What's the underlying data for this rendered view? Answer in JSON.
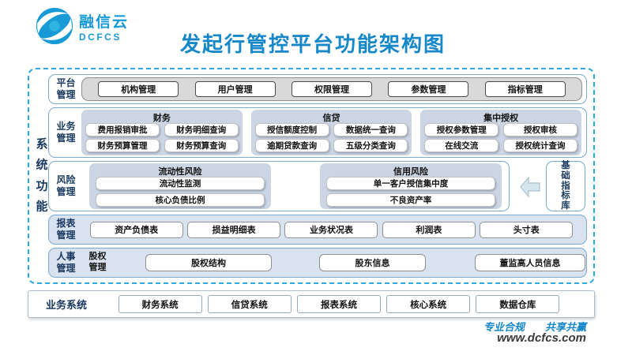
{
  "header": {
    "logo_cn": "融信云",
    "logo_en": "DCFCS",
    "title": "发起行管控平台功能架构图"
  },
  "system_panel": {
    "label": "系统功能"
  },
  "rows": {
    "platform": {
      "label": "平台管理",
      "buttons": [
        "机构管理",
        "用户管理",
        "权限管理",
        "参数管理",
        "指标管理"
      ]
    },
    "business": {
      "label": "业务管理",
      "groups": [
        {
          "title": "财务",
          "buttons": [
            "费用报销审批",
            "财务明细查询",
            "财务预算管理",
            "财务预算查询"
          ]
        },
        {
          "title": "信贷",
          "buttons": [
            "授信额度控制",
            "数据统一查询",
            "逾期贷款查询",
            "五级分类查询"
          ]
        },
        {
          "title": "集中授权",
          "buttons": [
            "授权参数管理",
            "授权审核",
            "在线交流",
            "授权统计查询"
          ]
        }
      ]
    },
    "risk": {
      "label": "风险管理",
      "groups": [
        {
          "title": "流动性风险",
          "buttons": [
            "流动性监测",
            "核心负债比例"
          ]
        },
        {
          "title": "信用风险",
          "buttons": [
            "单一客户授信集中度",
            "不良资产率"
          ]
        }
      ],
      "side_box": "基础指标库"
    },
    "report": {
      "label": "报表管理",
      "buttons": [
        "资产负债表",
        "损益明细表",
        "业务状况表",
        "利润表",
        "头寸表"
      ]
    },
    "hr": {
      "label": "人事管理",
      "group_label": "股权管理",
      "buttons": [
        "股权结构",
        "股东信息",
        "董监高人员信息"
      ]
    }
  },
  "bottom_bar": {
    "label": "业务系统",
    "buttons": [
      "财务系统",
      "信贷系统",
      "报表系统",
      "核心系统",
      "数据仓库"
    ]
  },
  "footer": {
    "slogan": "专业合规　　共享共赢",
    "website": "www.dcfcs.com"
  },
  "colors": {
    "brand_blue": "#1687C8",
    "logo_blue": "#189AD6",
    "navy_text": "#17375E",
    "dashed_border": "#2BAADF",
    "row_border": "#7AA9D4",
    "group_bg": "#CBD5E3",
    "light_row_bg": "#D9E3F0",
    "gray_bar_bg": "#D9D9D9"
  }
}
